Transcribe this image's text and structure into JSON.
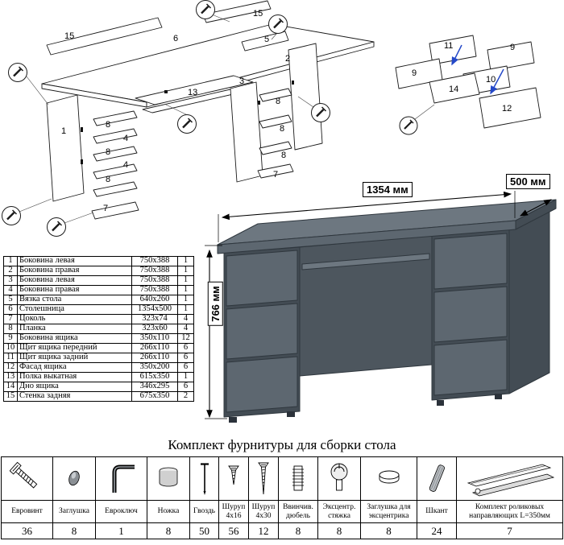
{
  "diagram": {
    "main": {
      "labels": [
        "15",
        "6",
        "15",
        "1",
        "8",
        "4",
        "8",
        "4",
        "8",
        "7",
        "13",
        "2",
        "3",
        "5",
        "8",
        "8",
        "8",
        "7"
      ]
    },
    "drawer": {
      "labels": [
        "11",
        "9",
        "9",
        "10",
        "14",
        "12"
      ]
    }
  },
  "desk": {
    "width_label": "1354 мм",
    "depth_label": "500 мм",
    "height_label": "766 мм"
  },
  "parts": {
    "rows": [
      {
        "n": "1",
        "name": "Боковина левая",
        "size": "750x388",
        "qty": "1"
      },
      {
        "n": "2",
        "name": "Боковина правая",
        "size": "750x388",
        "qty": "1"
      },
      {
        "n": "3",
        "name": "Боковина левая",
        "size": "750x388",
        "qty": "1"
      },
      {
        "n": "4",
        "name": "Боковина правая",
        "size": "750x388",
        "qty": "1"
      },
      {
        "n": "5",
        "name": "Вязка стола",
        "size": "640x260",
        "qty": "1"
      },
      {
        "n": "6",
        "name": "Столешница",
        "size": "1354x500",
        "qty": "1"
      },
      {
        "n": "7",
        "name": "Цоколь",
        "size": "323x74",
        "qty": "4"
      },
      {
        "n": "8",
        "name": "Планка",
        "size": "323x60",
        "qty": "4"
      },
      {
        "n": "9",
        "name": "Боковина ящика",
        "size": "350x110",
        "qty": "12"
      },
      {
        "n": "10",
        "name": "Щит ящика передний",
        "size": "266x110",
        "qty": "6"
      },
      {
        "n": "11",
        "name": "Щит ящика задний",
        "size": "266x110",
        "qty": "6"
      },
      {
        "n": "12",
        "name": "Фасад ящика",
        "size": "350x200",
        "qty": "6"
      },
      {
        "n": "13",
        "name": "Полка выкатная",
        "size": "615x350",
        "qty": "1"
      },
      {
        "n": "14",
        "name": "Дно ящика",
        "size": "346x295",
        "qty": "6"
      },
      {
        "n": "15",
        "name": "Стенка задняя",
        "size": "675x350",
        "qty": "2"
      }
    ]
  },
  "hardware": {
    "title": "Комплект фурнитуры для сборки стола",
    "items": [
      {
        "name": "Евровинт",
        "qty": "36",
        "icon": "euro-screw-icon"
      },
      {
        "name": "Заглушка",
        "qty": "8",
        "icon": "plug-cap-icon"
      },
      {
        "name": "Евроключ",
        "qty": "1",
        "icon": "hex-key-icon"
      },
      {
        "name": "Ножка",
        "qty": "8",
        "icon": "furniture-leg-icon"
      },
      {
        "name": "Гвоздь",
        "qty": "50",
        "icon": "nail-icon"
      },
      {
        "name": "Шуруп 4х16",
        "qty": "56",
        "icon": "screw-4x16-icon"
      },
      {
        "name": "Шуруп 4х30",
        "qty": "12",
        "icon": "screw-4x30-icon"
      },
      {
        "name": "Ввинчив. дюбель",
        "qty": "8",
        "icon": "screw-in-dowel-icon"
      },
      {
        "name": "Эксцентр. стяжка",
        "qty": "8",
        "icon": "cam-lock-icon"
      },
      {
        "name": "Заглушка для эксцентрика",
        "qty": "8",
        "icon": "cam-cover-icon"
      },
      {
        "name": "Шкант",
        "qty": "24",
        "icon": "wooden-dowel-icon"
      },
      {
        "name": "Комплект роликовых направляющих L=350мм",
        "qty": "7",
        "icon": "roller-guides-icon"
      }
    ]
  },
  "colors": {
    "desk_front": "#5d6770",
    "desk_top": "#6d7780",
    "desk_side": "#434c54",
    "desk_interior": "#4d565e",
    "desk_outline": "#2f373e",
    "arrow_blue": "#2448c8",
    "line": "#1a1a1a"
  }
}
